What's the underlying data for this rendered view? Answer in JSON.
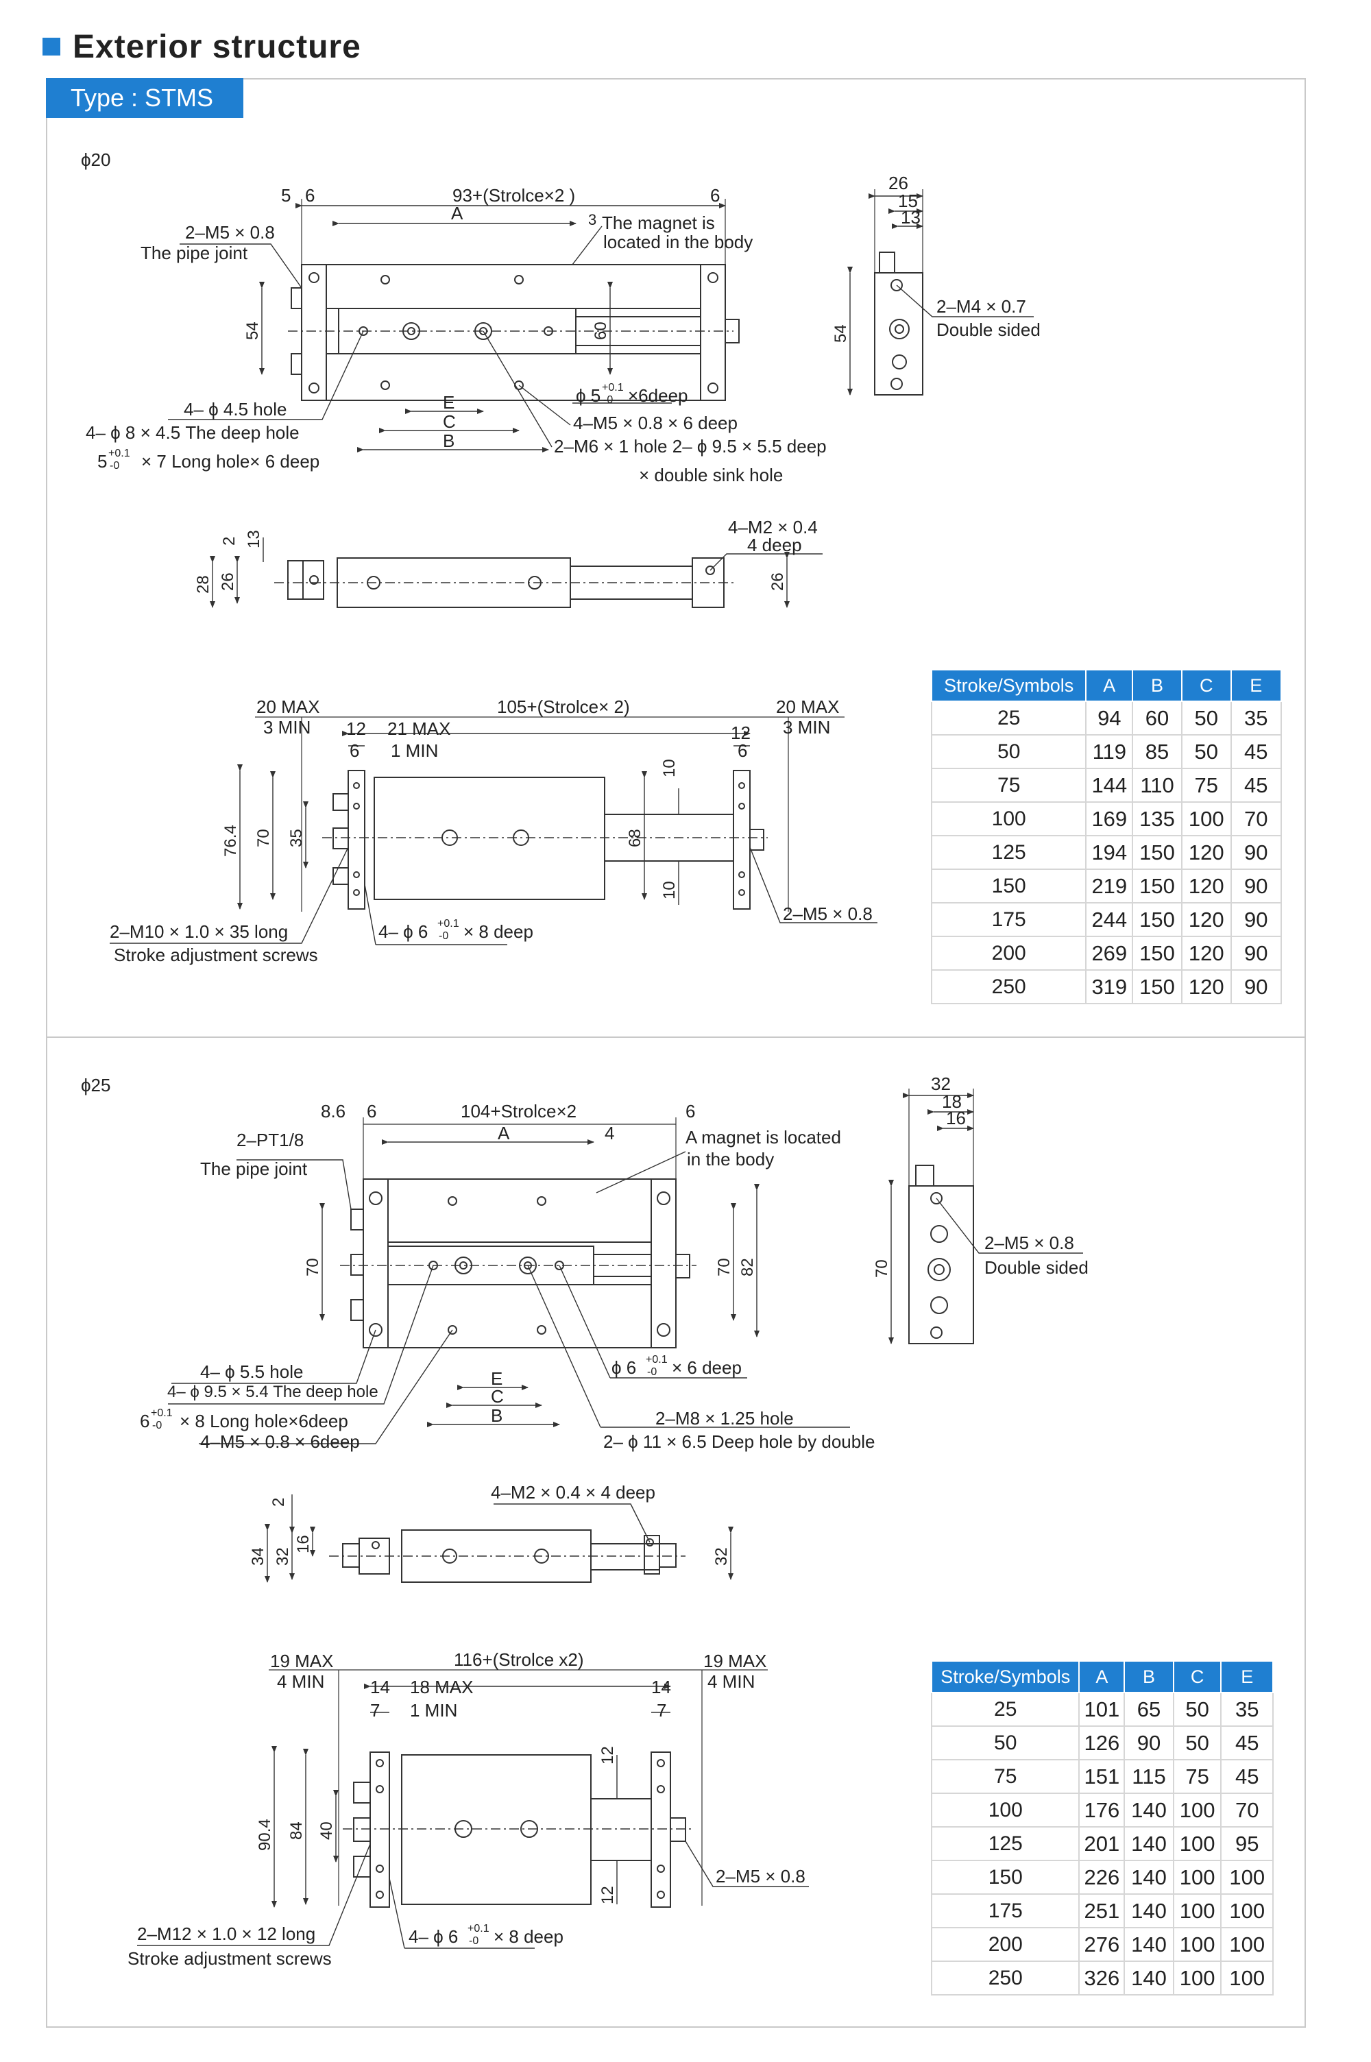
{
  "header": {
    "title": "Exterior structure",
    "type_label": "Type : STMS"
  },
  "colors": {
    "accent": "#1f7fd1",
    "line": "#333333",
    "border": "#c9c9c9"
  },
  "section1": {
    "bore": "ϕ20",
    "top_view": {
      "dim_5": "5",
      "dim_6a": "6",
      "dim_total": "93+(Strolce×2 )",
      "dim_A": "A",
      "dim_6b": "6",
      "dim_3": "3",
      "magnet_1": "The magnet is",
      "magnet_2": "located in the body",
      "pipe_1": "2–M5 × 0.8",
      "pipe_2": "The pipe joint",
      "dim_54": "54",
      "dim_60": "60",
      "hole_1": "4– ϕ 4.5 hole",
      "hole_2": "4– ϕ 8 × 4.5 The deep hole",
      "hole_3": "5",
      "hole_3_tol_up": "+0.1",
      "hole_3_tol_dn": "-0",
      "hole_3_rest": "× 7 Long hole× 6 deep",
      "phi5": "ϕ 5",
      "phi5_tol_up": "+0.1",
      "phi5_tol_dn": "-0",
      "phi5_rest": "×6deep",
      "m5deep": "4–M5 × 0.8 × 6 deep",
      "m6": "2–M6 × 1 hole  2– ϕ 9.5 × 5.5 deep",
      "sink": "× double sink hole",
      "dim_E": "E",
      "dim_C": "C",
      "dim_B": "B"
    },
    "side_view": {
      "dim_26": "26",
      "dim_15": "15",
      "dim_13": "13",
      "dim_54": "54",
      "m4_1": "2–M4 × 0.7",
      "m4_2": "Double sided"
    },
    "front_view": {
      "dim_2": "2",
      "dim_13": "13",
      "dim_28": "28",
      "dim_26a": "26",
      "dim_26b": "26",
      "m2_1": "4–M2 × 0.4",
      "m2_2": "4 deep"
    },
    "bottom_view": {
      "max_l1": "20 MAX",
      "min_l1": "3 MIN",
      "dim_total": "105+(Strolce× 2)",
      "max_r1": "20 MAX",
      "min_r1": "3 MIN",
      "dim_12a": "12",
      "dim_6a": "6",
      "max_21": "21 MAX",
      "min_1": "1 MIN",
      "dim_12b": "12",
      "dim_6b": "6",
      "dim_10a": "10",
      "dim_10b": "10",
      "dim_76": "76.4",
      "dim_70": "70",
      "dim_35": "35",
      "dim_68": "68",
      "screw_1": "2–M10 × 1.0 × 35 long",
      "screw_2": "Stroke adjustment screws",
      "phi6": "4– ϕ 6",
      "phi6_tol_up": "+0.1",
      "phi6_tol_dn": "-0",
      "phi6_rest": "× 8 deep",
      "m5": "2–M5 × 0.8"
    },
    "table": {
      "headers": [
        "Stroke/Symbols",
        "A",
        "B",
        "C",
        "E"
      ],
      "rows": [
        [
          "25",
          "94",
          "60",
          "50",
          "35"
        ],
        [
          "50",
          "119",
          "85",
          "50",
          "45"
        ],
        [
          "75",
          "144",
          "110",
          "75",
          "45"
        ],
        [
          "100",
          "169",
          "135",
          "100",
          "70"
        ],
        [
          "125",
          "194",
          "150",
          "120",
          "90"
        ],
        [
          "150",
          "219",
          "150",
          "120",
          "90"
        ],
        [
          "175",
          "244",
          "150",
          "120",
          "90"
        ],
        [
          "200",
          "269",
          "150",
          "120",
          "90"
        ],
        [
          "250",
          "319",
          "150",
          "120",
          "90"
        ]
      ]
    }
  },
  "section2": {
    "bore": "ϕ25",
    "top_view": {
      "dim_86": "8.6",
      "dim_6a": "6",
      "dim_total": "104+Strolce×2",
      "dim_A": "A",
      "dim_4": "4",
      "dim_6b": "6",
      "magnet_1": "A magnet is located",
      "magnet_2": "in the body",
      "pipe_1": "2–PT1/8",
      "pipe_2": "The pipe joint",
      "dim_70a": "70",
      "dim_70b": "70",
      "dim_82": "82",
      "hole_1": "4– ϕ 5.5 hole",
      "hole_2": "4– ϕ 9.5 × 5.4 The deep hole",
      "hole_3": "6",
      "hole_3_tol_up": "+0.1",
      "hole_3_tol_dn": "-0",
      "hole_3_rest": "× 8 Long hole×6deep",
      "m5": "4–M5 × 0.8 × 6deep",
      "phi6": "ϕ 6",
      "phi6_tol_up": "+0.1",
      "phi6_tol_dn": "-0",
      "phi6_rest": "× 6 deep",
      "m8": "2–M8 × 1.25 hole",
      "deep2": "2– ϕ 11 × 6.5 Deep hole by double",
      "dim_E": "E",
      "dim_C": "C",
      "dim_B": "B"
    },
    "side_view": {
      "dim_32": "32",
      "dim_18": "18",
      "dim_16": "16",
      "dim_70": "70",
      "m5_1": "2–M5 × 0.8",
      "m5_2": "Double sided"
    },
    "front_view": {
      "m2": "4–M2 × 0.4 × 4 deep",
      "dim_2": "2",
      "dim_16": "16",
      "dim_34": "34",
      "dim_32a": "32",
      "dim_32b": "32"
    },
    "bottom_view": {
      "max_l1": "19 MAX",
      "min_l1": "4 MIN",
      "dim_total": "116+(Strolce x2)",
      "max_r1": "19 MAX",
      "min_r1": "4 MIN",
      "dim_14a": "14",
      "dim_7a": "7",
      "max_18": "18 MAX",
      "min_1": "1 MIN",
      "dim_14b": "14",
      "dim_7b": "7",
      "dim_12a": "12",
      "dim_12b": "12",
      "dim_904": "90.4",
      "dim_84": "84",
      "dim_40": "40",
      "screw_1": "2–M12 × 1.0 × 12 long",
      "screw_2": "Stroke adjustment screws",
      "phi6": "4– ϕ 6",
      "phi6_tol_up": "+0.1",
      "phi6_tol_dn": "-0",
      "phi6_rest": "× 8 deep",
      "m5": "2–M5 × 0.8"
    },
    "table": {
      "headers": [
        "Stroke/Symbols",
        "A",
        "B",
        "C",
        "E"
      ],
      "rows": [
        [
          "25",
          "101",
          "65",
          "50",
          "35"
        ],
        [
          "50",
          "126",
          "90",
          "50",
          "45"
        ],
        [
          "75",
          "151",
          "115",
          "75",
          "45"
        ],
        [
          "100",
          "176",
          "140",
          "100",
          "70"
        ],
        [
          "125",
          "201",
          "140",
          "100",
          "95"
        ],
        [
          "150",
          "226",
          "140",
          "100",
          "100"
        ],
        [
          "175",
          "251",
          "140",
          "100",
          "100"
        ],
        [
          "200",
          "276",
          "140",
          "100",
          "100"
        ],
        [
          "250",
          "326",
          "140",
          "100",
          "100"
        ]
      ]
    }
  }
}
